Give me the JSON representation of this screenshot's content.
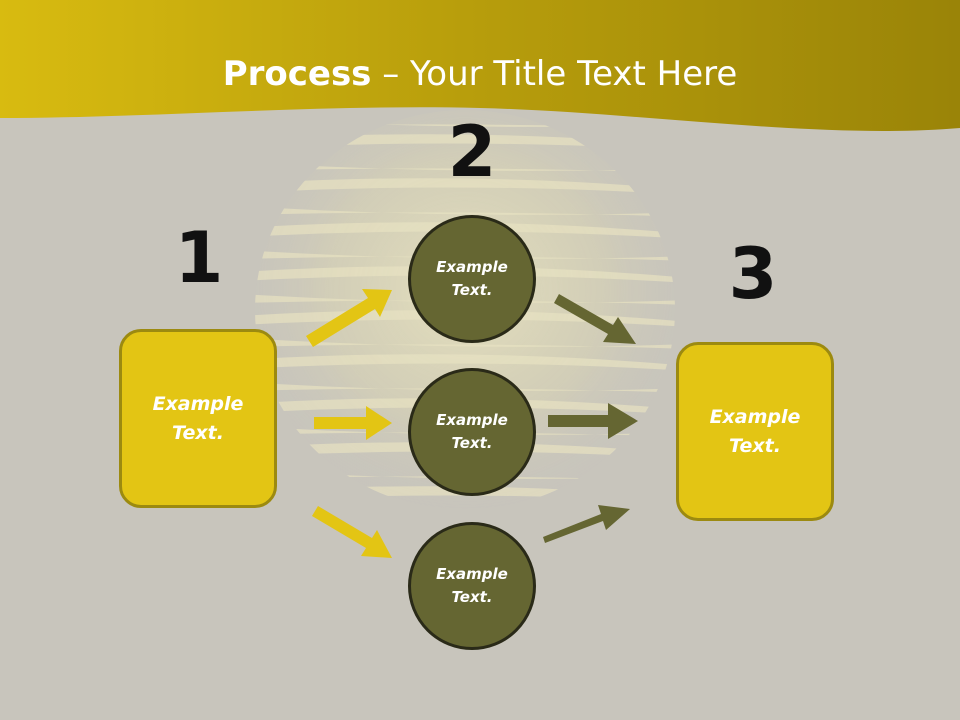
{
  "colors": {
    "header_gold": "#c4a60a",
    "box_fill": "#e3c514",
    "box_border": "#9c8a10",
    "circle_fill": "#656632",
    "circle_border": "#2a2a18",
    "arrow_left": "#e3c514",
    "arrow_right": "#656632",
    "background": "#c8c5bc"
  },
  "title": {
    "bold": "Process",
    "rest": " – Your Title Text Here"
  },
  "numbers": {
    "one": "1",
    "two": "2",
    "three": "3"
  },
  "left_box": {
    "text": "Example\nText."
  },
  "right_box": {
    "text": "Example\nText."
  },
  "circles": [
    {
      "text": "Example\nText."
    },
    {
      "text": "Example\nText."
    },
    {
      "text": "Example\nText."
    }
  ]
}
